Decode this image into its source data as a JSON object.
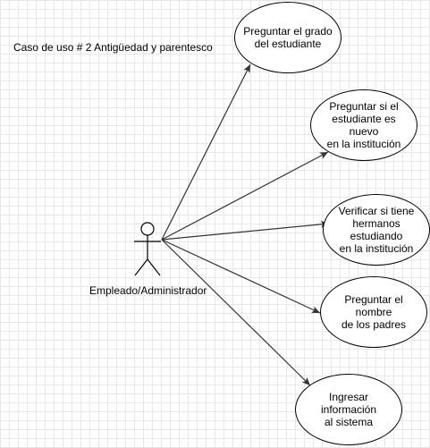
{
  "diagram": {
    "title": "Caso de uso # 2 Antigüedad y parentesco",
    "actor": {
      "label": "Empleado/Administrador"
    },
    "use_cases": [
      {
        "label": "Preguntar el grado\ndel estudiante"
      },
      {
        "label": "Preguntar si el\nestudiante es nuevo\nen la institución"
      },
      {
        "label": "Verificar si tiene\nhermanos estudiando\nen la institución"
      },
      {
        "label": "Preguntar el nombre\nde los padres"
      },
      {
        "label": "Ingresar información\nal sistema"
      }
    ],
    "colors": {
      "stroke": "#000000",
      "connector": "#333333",
      "grid": "#e7e7e7",
      "background": "#ffffff"
    }
  }
}
